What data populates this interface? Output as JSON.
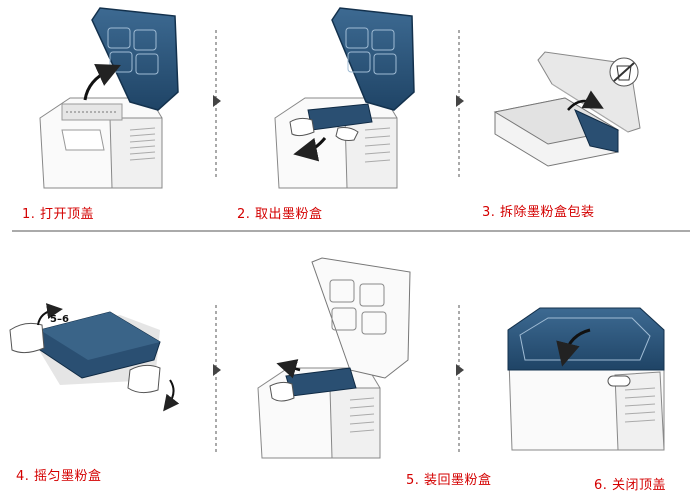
{
  "steps": [
    {
      "caption": "1. 打开顶盖"
    },
    {
      "caption": "2. 取出墨粉盒"
    },
    {
      "caption": "3. 拆除墨粉盒包装"
    },
    {
      "caption": "4. 摇匀墨粉盒"
    },
    {
      "caption": "5. 装回墨粉盒"
    },
    {
      "caption": "6. 关闭顶盖"
    }
  ],
  "shake_label": "5–6",
  "colors": {
    "accent_blue": "#2d5578",
    "caption_red": "#d40000",
    "line_gray": "#9a9a9a"
  }
}
